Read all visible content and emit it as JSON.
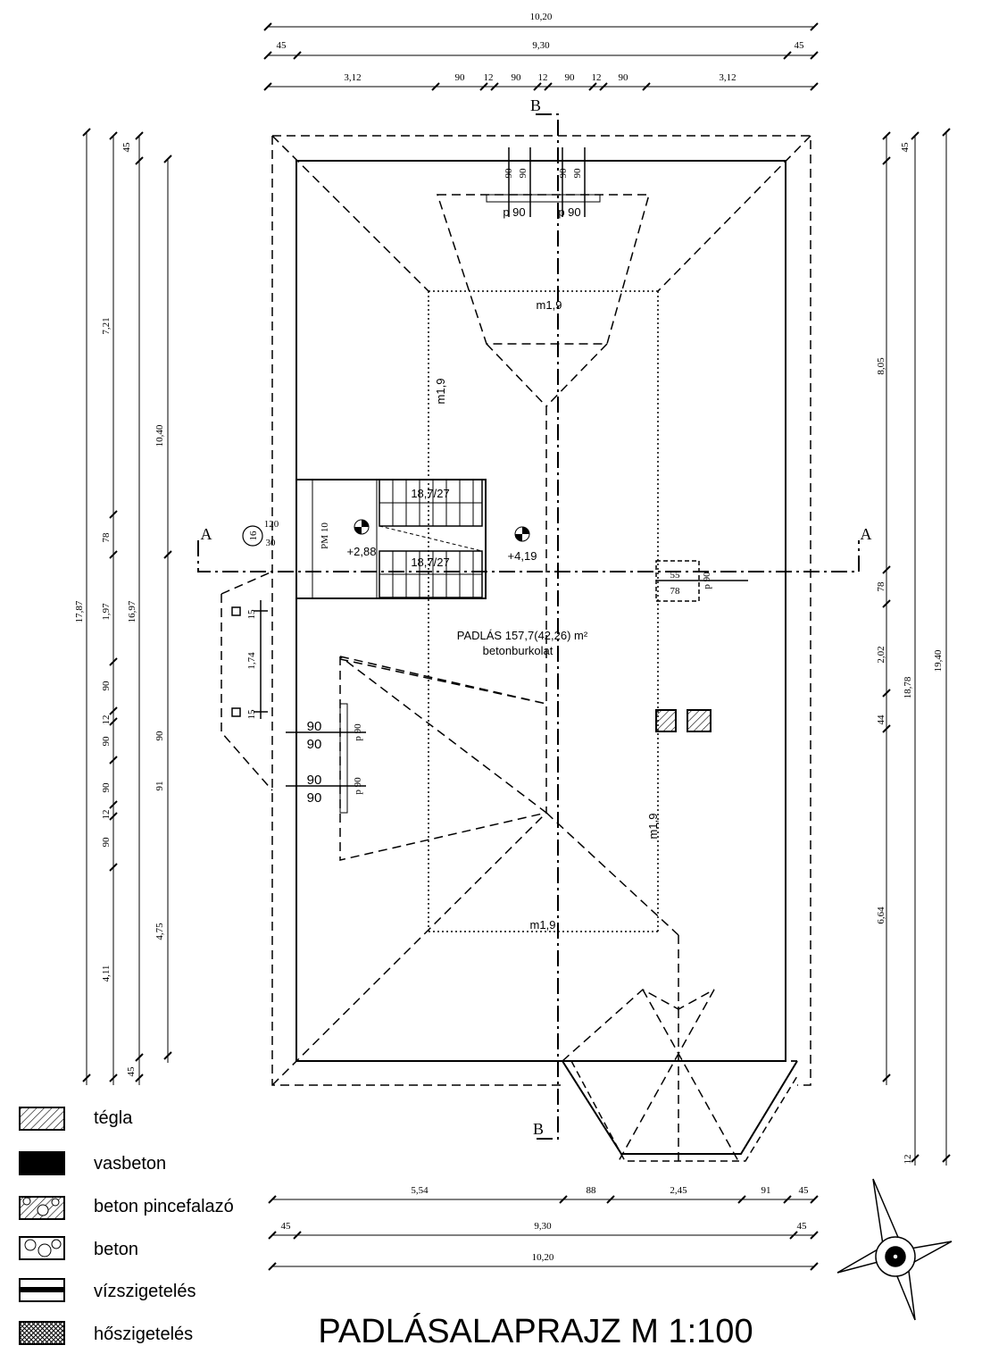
{
  "title": "PADLÁSALAPRAJZ  M 1:100",
  "room": {
    "name": "PADLÁS  157,7(42,26) m²",
    "finish": "betonburkolat"
  },
  "sections": {
    "a": "A",
    "b": "B"
  },
  "levels": {
    "l1": "+2,88",
    "l2": "+4,19"
  },
  "stairs": {
    "upper": "18,7/27",
    "lower": "18,7/27",
    "pm": "PM 10",
    "circle": "16",
    "c_top": "120",
    "c_bot": "30"
  },
  "slopes": {
    "s1": "m1,9",
    "s2": "m1,9",
    "s3": "m1,9",
    "s4": "m1,9"
  },
  "openings": {
    "t1": "90",
    "t2": "90",
    "t3": "90",
    "t4": "90",
    "p1": "p 90",
    "p2": "p 90",
    "w1a": "90",
    "w1b": "90",
    "w2a": "90",
    "w2b": "90",
    "wp1": "p 90",
    "wp2": "p 90",
    "chim_a": "55",
    "chim_b": "78",
    "chim_p": "p 90"
  },
  "dims_top": {
    "overall": "10,20",
    "r2": [
      "45",
      "9,30",
      "45"
    ],
    "r3": [
      "3,12",
      "90",
      "12",
      "90",
      "12",
      "90",
      "12",
      "90",
      "3,12"
    ]
  },
  "dims_bottom": {
    "r1": [
      "5,54",
      "88",
      "2,45",
      "91",
      "45"
    ],
    "r2": [
      "45",
      "9,30",
      "45"
    ],
    "overall": "10,20"
  },
  "dims_left": {
    "a": "17,87",
    "b": [
      "45",
      "7,21",
      "78",
      "1,97",
      "90",
      "12",
      "90",
      "90",
      "12",
      "90",
      "4,11",
      "45"
    ],
    "c": "16,97",
    "d": [
      "10,40",
      "90",
      "91",
      "4,75"
    ]
  },
  "dims_gable": {
    "g1": "15",
    "g2": "1,74",
    "g3": "15"
  },
  "dims_right": {
    "a": [
      "45",
      "8,05",
      "78",
      "2,02",
      "44",
      "6,64",
      "12"
    ],
    "b": "18,78",
    "c": "19,40"
  },
  "legend": [
    {
      "label": "tégla"
    },
    {
      "label": "vasbeton"
    },
    {
      "label": "beton pincefalazó"
    },
    {
      "label": "beton"
    },
    {
      "label": "vízszigetelés"
    },
    {
      "label": "hőszigetelés"
    }
  ]
}
